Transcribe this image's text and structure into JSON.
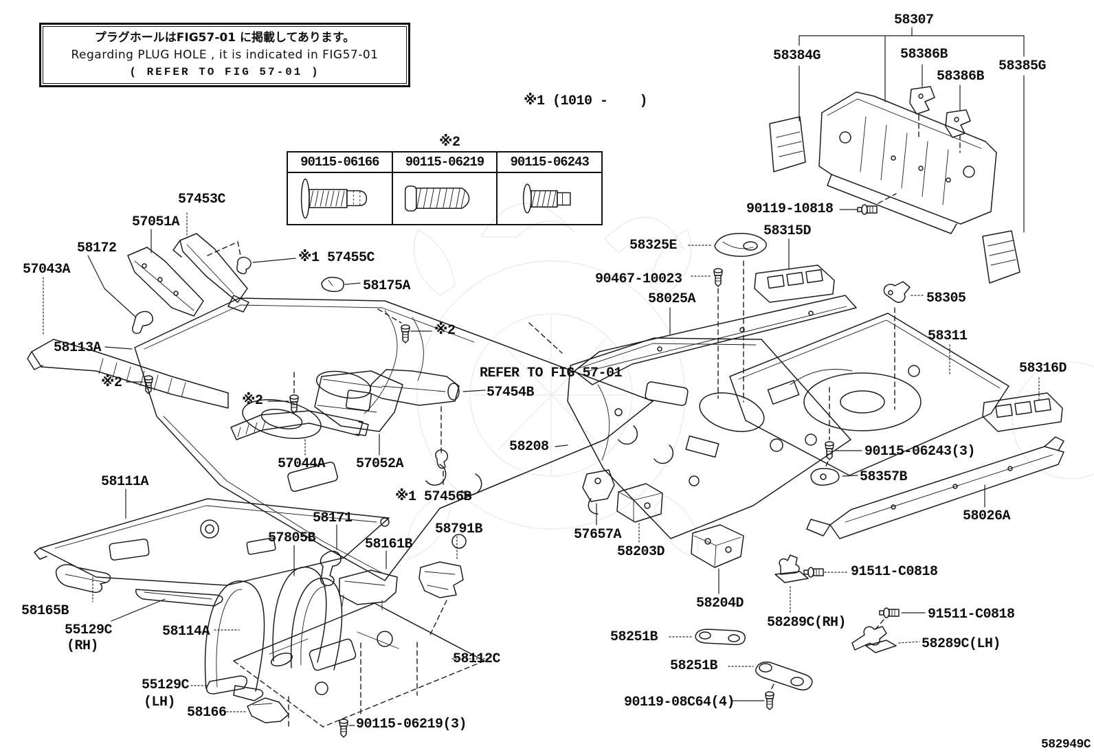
{
  "note_box": {
    "line1_jp": "プラグホールはFIG57-01 に掲載してあります。",
    "line2_en": "Regarding PLUG HOLE , it is indicated in FIG57-01",
    "line3_refer": "( REFER TO FIG 57-01 )"
  },
  "annotations": {
    "range_note": "※1 (1010 -    )",
    "table_note": "※2",
    "refer_note": "REFER TO FIG 57-01"
  },
  "bolt_table": {
    "columns": [
      "90115-06166",
      "90115-06219",
      "90115-06243"
    ]
  },
  "labels": {
    "p57453c": "57453C",
    "p57051a": "57051A",
    "p58172": "58172",
    "p57043a": "57043A",
    "p57455c": "※1 57455C",
    "p58175a": "58175A",
    "p58113a": "58113A",
    "star2_a": "※2",
    "star2_b": "※2",
    "star2_c": "※2",
    "p57044a": "57044A",
    "p57052a": "57052A",
    "p57454b": "57454B",
    "p57456b": "※1 57456B",
    "p58111a": "58111A",
    "p58171": "58171",
    "p57805b": "57805B",
    "p58161b": "58161B",
    "p58791b": "58791B",
    "p58165b": "58165B",
    "p55129c_rh": "55129C",
    "p55129c_rh2": "(RH)",
    "p58114a": "58114A",
    "p55129c_lh": "55129C",
    "p55129c_lh2": "(LH)",
    "p58166": "58166",
    "p58112c": "58112C",
    "p90115_06219": "90115-06219(3)",
    "p58208": "58208",
    "p58307": "58307",
    "p58384g": "58384G",
    "p58386b_1": "58386B",
    "p58386b_2": "58386B",
    "p58385g": "58385G",
    "p90119_10818": "90119-10818",
    "p58315d": "58315D",
    "p58325e": "58325E",
    "p90467_10023": "90467-10023",
    "p58025a": "58025A",
    "p58305": "58305",
    "p58311": "58311",
    "p58316d": "58316D",
    "p90115_06243": "90115-06243(3)",
    "p58357b": "58357B",
    "p58026a": "58026A",
    "p57657a": "57657A",
    "p58203d": "58203D",
    "p58204d": "58204D",
    "p91511_1": "91511-C0818",
    "p58289c_rh": "58289C(RH)",
    "p91511_2": "91511-C0818",
    "p58289c_lh": "58289C(LH)",
    "p58251b_1": "58251B",
    "p58251b_2": "58251B",
    "p90119_08c64": "90119-08C64(4)"
  },
  "footer": {
    "diagram_code": "582949C"
  }
}
